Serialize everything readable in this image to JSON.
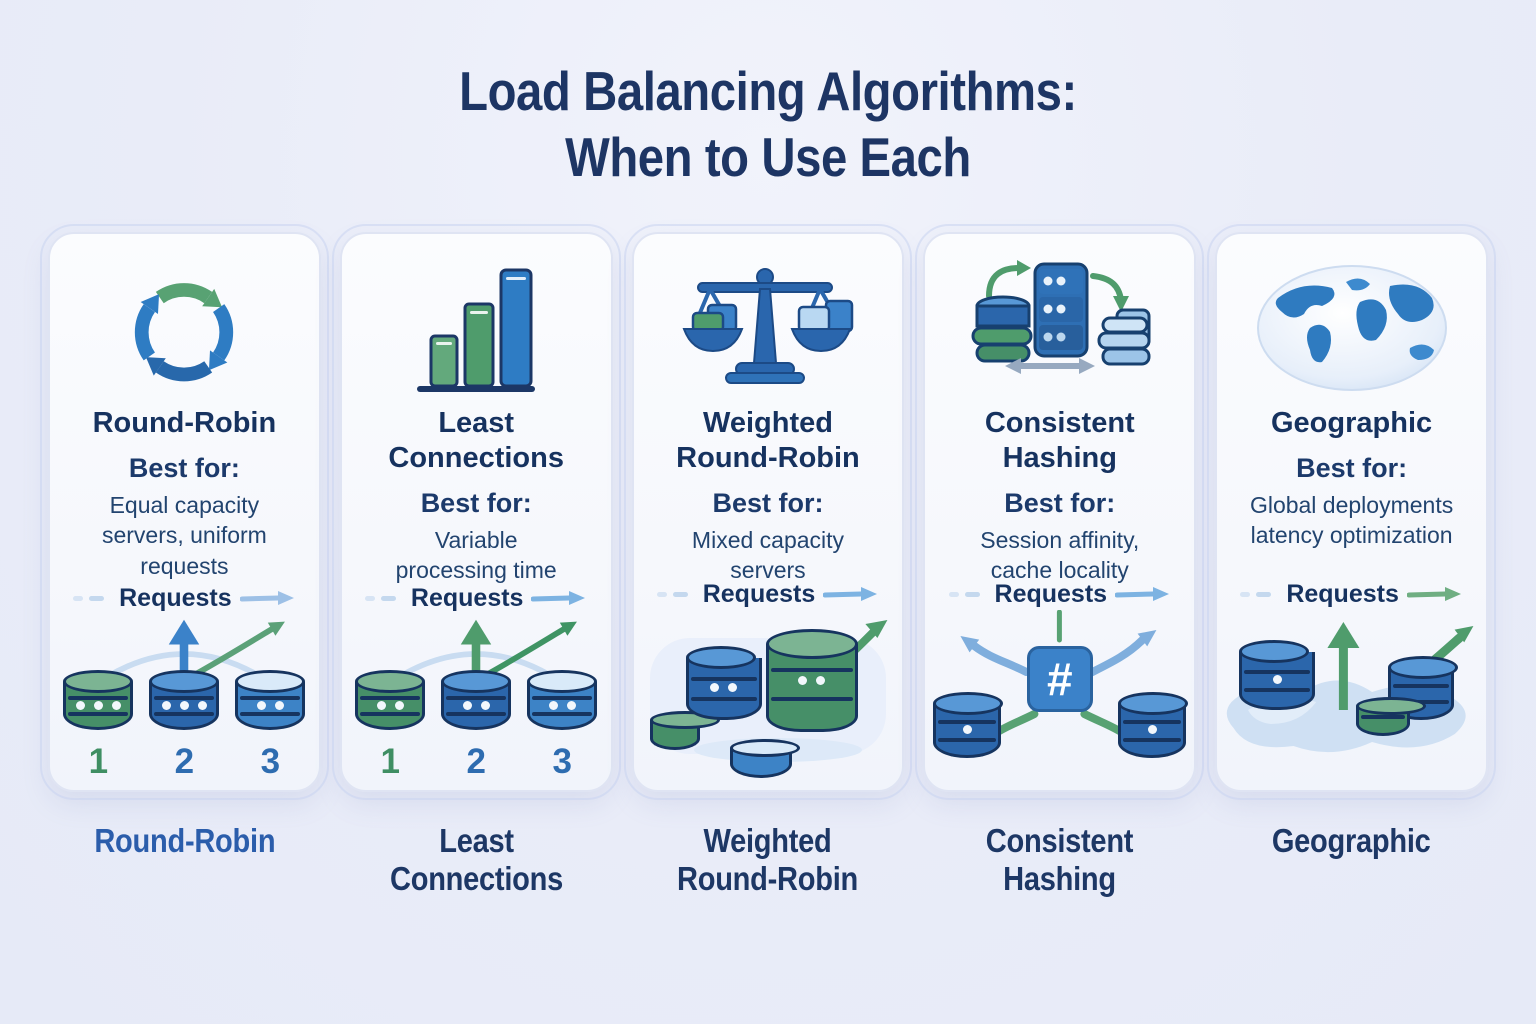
{
  "page": {
    "title_line1": "Load Balancing Algorithms:",
    "title_line2": "When to Use Each"
  },
  "colors": {
    "navy_text": "#1a3365",
    "blue": "#2e6cb0",
    "green": "#3f8e63",
    "light_blue": "#bcd6ef",
    "footer_highlight_blue": "#2b5dab",
    "footer_navy": "#1d3765",
    "card_background": "#f8fafd",
    "page_background": "#e9ecf8"
  },
  "cards": [
    {
      "icon": "cycle-arrows-icon",
      "title": "Round-Robin",
      "best_for_label": "Best for:",
      "best_for": "Equal capacity servers, uniform requests",
      "requests_label": "Requests",
      "server_numbers": [
        "1",
        "2",
        "3"
      ],
      "footer_label": "Round-Robin"
    },
    {
      "icon": "bar-chart-icon",
      "title": "Least Connections",
      "best_for_label": "Best for:",
      "best_for": "Variable processing time",
      "requests_label": "Requests",
      "server_numbers": [
        "1",
        "2",
        "3"
      ],
      "footer_label": "Least Connections"
    },
    {
      "icon": "balance-scale-icon",
      "title": "Weighted Round-Robin",
      "best_for_label": "Best for:",
      "best_for": "Mixed capacity servers",
      "requests_label": "Requests",
      "footer_label": "Weighted Round-Robin"
    },
    {
      "icon": "server-hash-icon",
      "title": "Consistent Hashing",
      "best_for_label": "Best for:",
      "best_for": "Session affinity, cache locality",
      "requests_label": "Requests",
      "hash_symbol": "#",
      "footer_label": "Consistent Hashing"
    },
    {
      "icon": "globe-icon",
      "title": "Geographic",
      "best_for_label": "Best for:",
      "best_for": "Global deployments latency optimization",
      "requests_label": "Requests",
      "footer_label": "Geographic"
    }
  ]
}
